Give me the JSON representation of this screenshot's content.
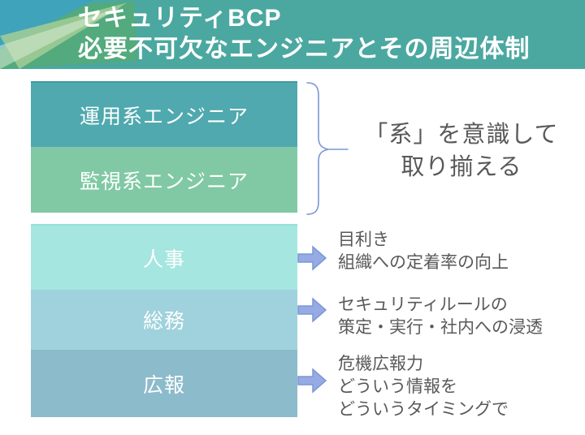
{
  "header": {
    "title_line1": "セキュリティBCP",
    "title_line2": "必要不可欠なエンジニアとその周辺体制"
  },
  "engineer_boxes": [
    {
      "label": "運用系エンジニア"
    },
    {
      "label": "監視系エンジニア"
    }
  ],
  "bracket_note": {
    "line1": "「系」を意識して",
    "line2": "取り揃える"
  },
  "support_rows": [
    {
      "label": "人事",
      "lines": [
        "目利き",
        "組織への定着率の向上"
      ]
    },
    {
      "label": "総務",
      "lines": [
        "セキュリティルールの",
        "策定・実行・社内への浸透"
      ]
    },
    {
      "label": "広報",
      "lines": [
        "危機広報力",
        "どういう情報を",
        "どういうタイミングで"
      ]
    }
  ],
  "colors": {
    "header_bg": "#4BA8A0",
    "deco_blue": "#3FA3BB",
    "deco_green": "#52AA7B",
    "deco_light_green": "#A3CE97",
    "deco_pale": "#D8EBD4",
    "box_operation": "#4FA9AE",
    "box_monitoring": "#80C9A4",
    "box_hr": "#A5E6E1",
    "box_general_affairs": "#9FD2DC",
    "box_pr": "#8CBBCB",
    "box_label_text": "#FFFFFF",
    "brace_stroke": "#7C96D6",
    "arrow_fill": "#96ABE3",
    "arrow_stroke": "#7C96D6",
    "note_text": "#595959"
  }
}
